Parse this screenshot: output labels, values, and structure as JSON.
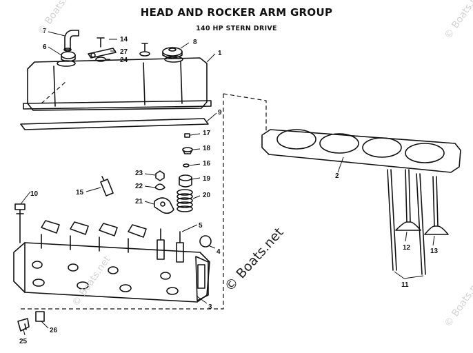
{
  "diagram": {
    "title": "HEAD AND ROCKER ARM GROUP",
    "subtitle": "140 HP STERN DRIVE",
    "watermark": "© Boats.net",
    "callouts": [
      "1",
      "2",
      "3",
      "4",
      "5",
      "6",
      "7",
      "8",
      "9",
      "10",
      "11",
      "12",
      "13",
      "14",
      "15",
      "16",
      "17",
      "18",
      "19",
      "20",
      "21",
      "22",
      "23",
      "24",
      "25",
      "26",
      "27"
    ]
  }
}
